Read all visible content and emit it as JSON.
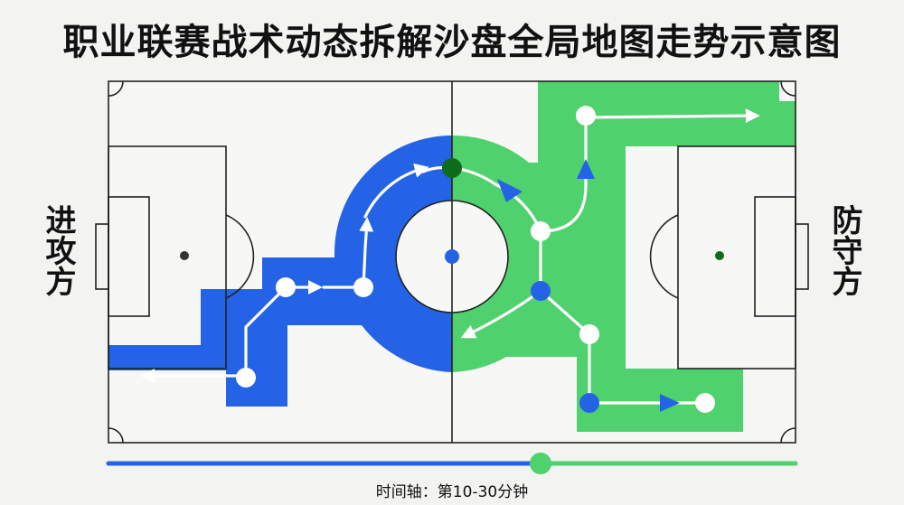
{
  "title": "职业联赛战术动态拆解沙盘全局地图走势示意图",
  "labels": {
    "attack": "进攻方",
    "defense": "防守方"
  },
  "timeline": {
    "label": "时间轴：第10-30分钟"
  },
  "colors": {
    "attack": "#2563e6",
    "defense": "#4fd16e",
    "dark_green": "#0f6a1c",
    "pitch": "#f6f6f4",
    "lines": "#222222"
  }
}
